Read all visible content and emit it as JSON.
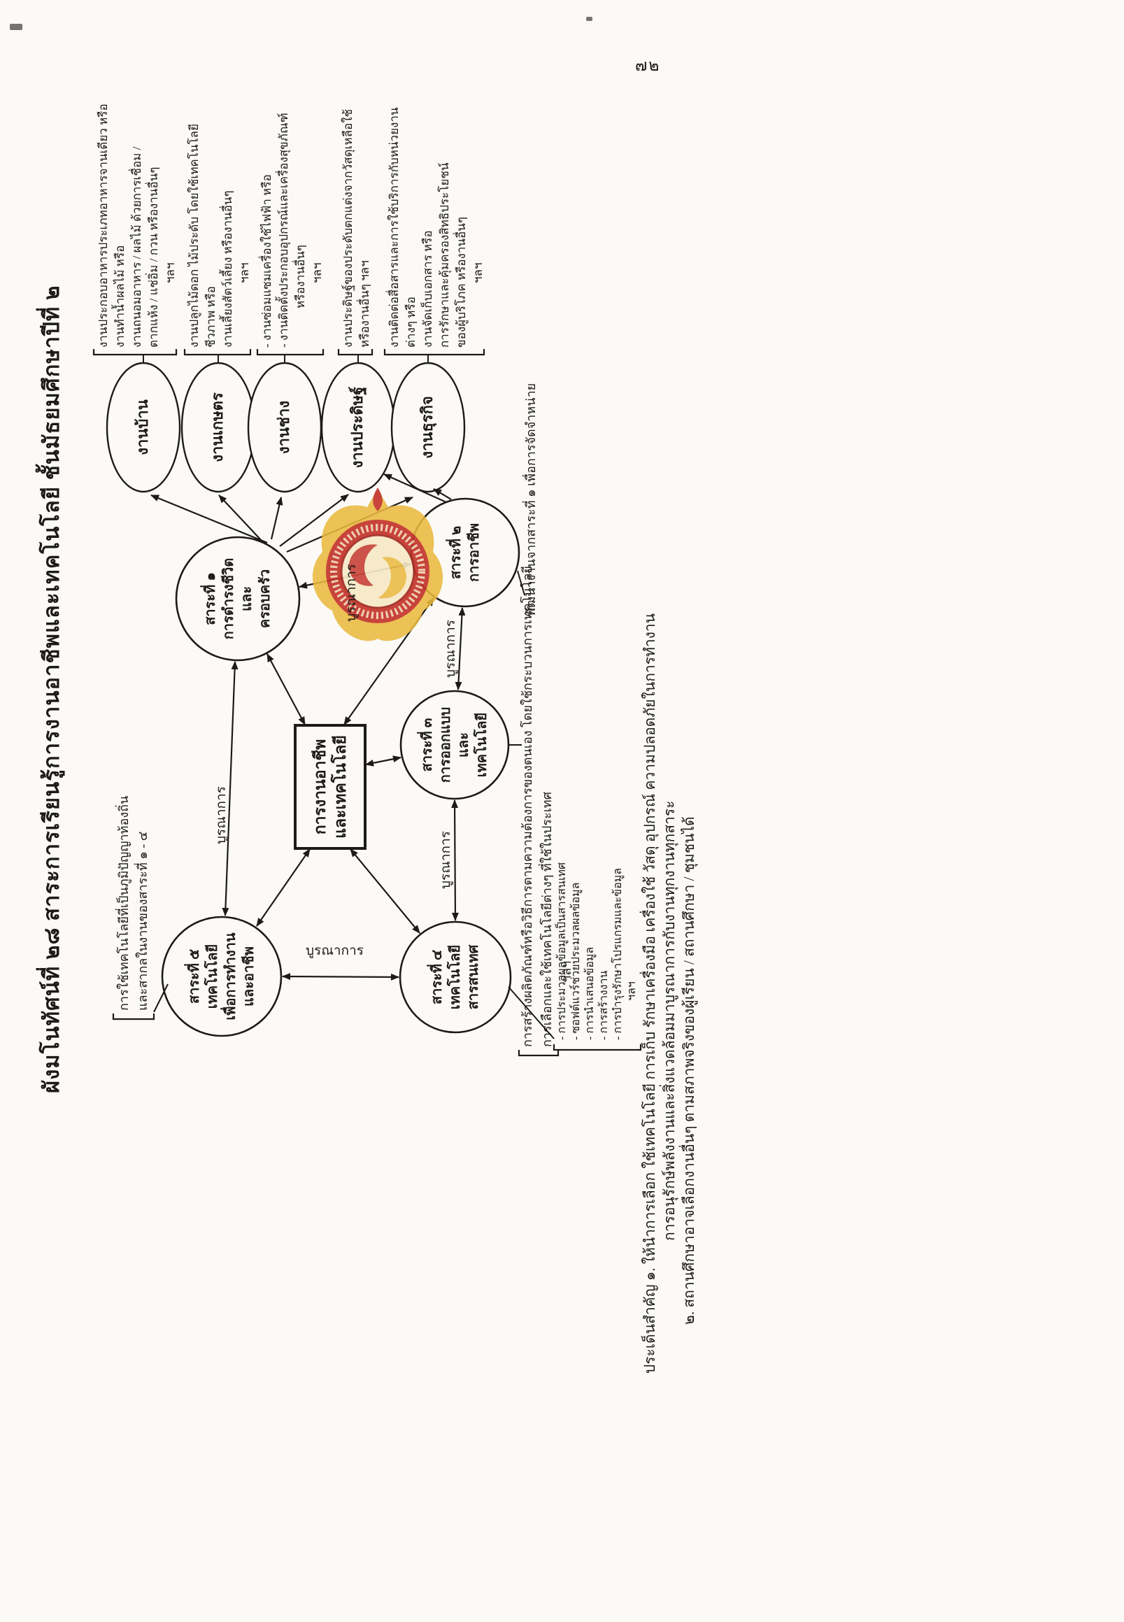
{
  "page": {
    "number": "๗๒"
  },
  "title": "ผังมโนทัศน์ที่ ๒๘ สาระการเรียนรู้การงานอาชีพและเทคโนโลยี ชั้นมัธยมศึกษาปีที่ ๒",
  "center_box": {
    "line1": "การงานอาชีพ",
    "line2": "และเทคโนโลยี"
  },
  "connector_label": "บูรณาการ",
  "strands": {
    "s1": {
      "no": "สาระที่ ๑",
      "l2": "การดำรงชีวิต",
      "l3": "และ",
      "l4": "ครอบครัว"
    },
    "s2": {
      "no": "สาระที่ ๒",
      "l2": "การอาชีพ"
    },
    "s3": {
      "no": "สาระที่ ๓",
      "l2": "การออกแบบ",
      "l3": "และ",
      "l4": "เทคโนโลยี"
    },
    "s4": {
      "no": "สาระที่ ๔",
      "l2": "เทคโนโลยี",
      "l3": "สารสนเทศ"
    },
    "s5": {
      "no": "สาระที่ ๕",
      "l2": "เทคโนโลยี",
      "l3": "เพื่อการทำงาน",
      "l4": "และอาชีพ"
    }
  },
  "ovals": {
    "home": "งานบ้าน",
    "agri": "งานเกษตร",
    "craft": "งานช่าง",
    "invent": "งานประดิษฐ์",
    "biz": "งานธุรกิจ"
  },
  "details": {
    "home": [
      "งานประกอบอาหารประเภทอาหารจานเดียว หรือ",
      "งานทำน้ำผลไม้ หรือ",
      "งานถนอมอาหาร / ผลไม้ ด้วยการเชื่อม /",
      "ตากแห้ง / แช่อิ่ม / กวน หรืองานอื่นๆ",
      "ฯลฯ"
    ],
    "agri": [
      "งานปลูกไม้ดอก ไม้ประดับ โดยใช้เทคโนโลยี",
      "ชีวภาพ หรือ",
      "งานเลี้ยงสัตว์เลี้ยง หรืองานอื่นๆ",
      "ฯลฯ"
    ],
    "craft": [
      "- งานซ่อมแซมเครื่องใช้ไฟฟ้า หรือ",
      "- งานติดตั้งประกอบอุปกรณ์และเครื่องสุขภัณฑ์",
      "หรืองานอื่นๆ",
      "ฯลฯ"
    ],
    "invent": [
      "งานประดิษฐ์ของประดับตกแต่งจากวัสดุเหลือใช้",
      "หรืองานอื่นๆ  ฯลฯ"
    ],
    "biz": [
      "งานติดต่อสื่อสารและการใช้บริการกับหน่วยงาน",
      "ต่างๆ หรือ",
      "งานจัดเก็บเอกสาร หรือ",
      "การรักษาและคุ้มครองสิทธิประโยชน์",
      "ของผู้บริโภค หรืองานอื่นๆ",
      "ฯลฯ"
    ]
  },
  "s2_note": "พัฒนางานจากสาระที่ ๑ เพื่อการจัดจำหน่าย",
  "s3_list": [
    "การสร้างผลิตภัณฑ์หรือวิธีการตามความต้องการของตนเอง โดยใช้กระบวนการเทคโนโลยี",
    "การเลือกและใช้เทคโนโลยีต่างๆ ที่ใช้ในประเทศ",
    "ฯลฯ"
  ],
  "s4_list": [
    "- การประมวลผลข้อมูลเป็นสารสนเทศ",
    "- ซอฟต์แวร์ช่วยประมวลผลข้อมูล",
    "- การนำเสนอข้อมูล",
    "- การสร้างงาน",
    "- การบำรุงรักษาโปรแกรมและข้อมูล",
    "ฯลฯ"
  ],
  "s5_note": [
    "การใช้เทคโนโลยีที่เป็นภูมิปัญญาท้องถิ่น",
    "และสากลในงานของสาระที่ ๑ - ๔"
  ],
  "notes": [
    "ประเด็นสำคัญ  ๑. ให้นำการเลือก ใช้เทคโนโลยี การเก็บ รักษาเครื่องมือ เครื่องใช้ วัสดุ อุปกรณ์ ความปลอดภัยในการทำงาน",
    "การอนุรักษ์พลังงานและสิ่งแวดล้อมมาบูรณาการกับงานทุกงานทุกสาระ",
    "๒. สถานศึกษาอาจเลือกงานอื่นๆ ตามสภาพจริงของผู้เรียน / สถานศึกษา / ชุมชนได้"
  ],
  "colors": {
    "ink": "#1d1b18",
    "paper": "#fbfaf6",
    "stamp_red": "#c4352c",
    "stamp_gold": "#e9b83d"
  }
}
